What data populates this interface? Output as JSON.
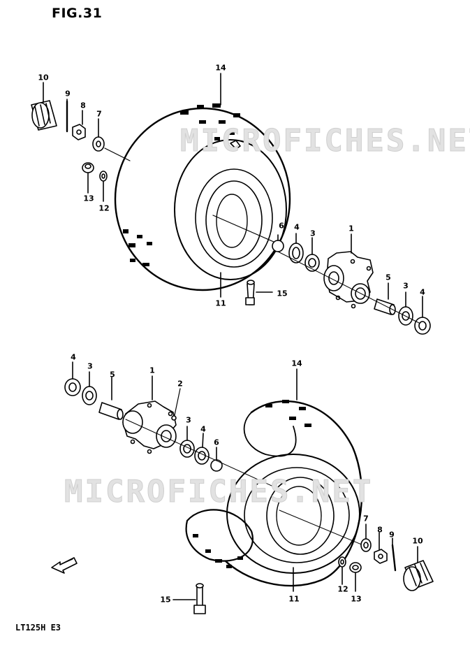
{
  "figure": {
    "title": "FIG.31"
  },
  "model_code": "LT125H E3",
  "watermark": {
    "text": "MICROFICHES.NET"
  },
  "callouts_top": {
    "c1": "1",
    "c3a": "3",
    "c3b": "3",
    "c4a": "4",
    "c4b": "4",
    "c5": "5",
    "c6": "6",
    "c7": "7",
    "c8": "8",
    "c9": "9",
    "c10": "10",
    "c11": "11",
    "c12": "12",
    "c13": "13",
    "c14": "14",
    "c15": "15"
  },
  "callouts_bottom": {
    "c1": "1",
    "c2": "2",
    "c3a": "3",
    "c3b": "3",
    "c4a": "4",
    "c4b": "4",
    "c5": "5",
    "c6": "6",
    "c7": "7",
    "c8": "8",
    "c9": "9",
    "c10": "10",
    "c11": "11",
    "c12": "12",
    "c13": "13",
    "c14": "14",
    "c15": "15"
  },
  "front_arrow": {
    "icon": "front-direction-arrow-icon"
  }
}
